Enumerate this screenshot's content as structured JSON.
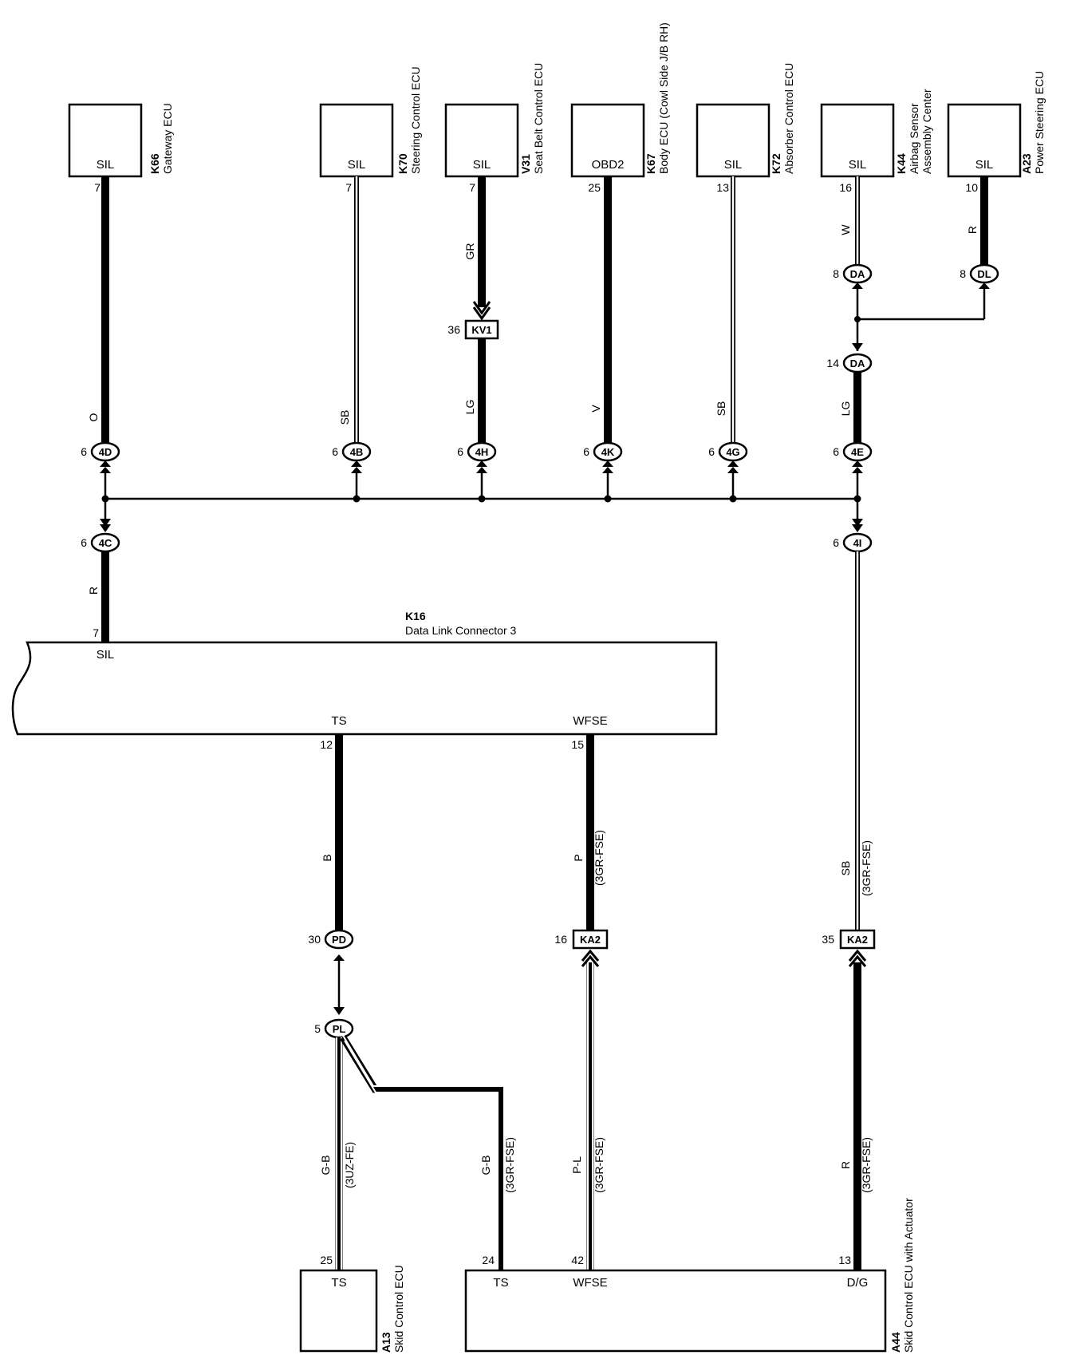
{
  "ecus_top": [
    {
      "id": "K66",
      "name": "Gateway ECU",
      "terminal": "SIL",
      "pin": "7",
      "wire_color": "O",
      "connector": "4D",
      "connector_pin": "6"
    },
    {
      "id": "K70",
      "name": "Steering Control ECU",
      "terminal": "SIL",
      "pin": "7",
      "wire_color": "SB",
      "connector": "4B",
      "connector_pin": "6"
    },
    {
      "id": "V31",
      "name": "Seat Belt Control ECU",
      "terminal": "SIL",
      "pin": "7",
      "wire_color": "GR",
      "mid_connector": "KV1",
      "mid_pin": "36",
      "wire_color_2": "LG",
      "connector": "4H",
      "connector_pin": "6"
    },
    {
      "id": "K67",
      "name": "Body ECU (Cowl Side J/B RH)",
      "terminal": "OBD2",
      "pin": "25",
      "wire_color": "V",
      "connector": "4K",
      "connector_pin": "6"
    },
    {
      "id": "K72",
      "name": "Absorber Control ECU",
      "terminal": "SIL",
      "pin": "13",
      "wire_color": "SB",
      "connector": "4G",
      "connector_pin": "6"
    },
    {
      "id": "K44",
      "name": "Airbag Sensor",
      "name2": "Assembly Center",
      "terminal": "SIL",
      "pin": "16",
      "wire_color": "W",
      "connector": "DA",
      "connector_pin": "8"
    },
    {
      "id": "A23",
      "name": "Power Steering ECU",
      "terminal": "SIL",
      "pin": "10",
      "wire_color": "R",
      "connector": "DL",
      "connector_pin": "8"
    }
  ],
  "junction": {
    "connector": "DA",
    "pin": "14",
    "wire_color": "LG",
    "connector2": "4E",
    "pin2": "6"
  },
  "bus_left": {
    "connector": "4C",
    "pin": "6",
    "wire_color": "R"
  },
  "bus_right": {
    "connector": "4I",
    "pin": "6"
  },
  "dlc": {
    "id": "K16",
    "name": "Data Link Connector 3",
    "top_terminal": "SIL",
    "top_pin": "7",
    "terminals": [
      {
        "name": "TS",
        "pin": "12"
      },
      {
        "name": "WFSE",
        "pin": "15"
      }
    ]
  },
  "wires_lower": {
    "ts": {
      "color": "B",
      "connector": "PD",
      "pin": "30",
      "connector2": "PL",
      "pin2": "5"
    },
    "wfse": {
      "color": "P",
      "note": "(3GR-FSE)",
      "connector": "KA2",
      "pin": "16"
    },
    "dg": {
      "color": "SB",
      "note": "(3GR-FSE)",
      "connector": "KA2",
      "pin": "35"
    },
    "gb_left": {
      "color": "G-B",
      "note": "(3UZ-FE)"
    },
    "gb_right": {
      "color": "G-B",
      "note": "(3GR-FSE)"
    },
    "pl": {
      "color": "P-L",
      "note": "(3GR-FSE)"
    },
    "r": {
      "color": "R",
      "note": "(3GR-FSE)"
    }
  },
  "ecus_bottom": [
    {
      "id": "A13",
      "name": "Skid Control ECU",
      "terminals": [
        {
          "name": "TS",
          "pin": "25"
        }
      ]
    },
    {
      "id": "A44",
      "name": "Skid Control ECU with Actuator",
      "terminals": [
        {
          "name": "TS",
          "pin": "24"
        },
        {
          "name": "WFSE",
          "pin": "42"
        },
        {
          "name": "D/G",
          "pin": "13"
        }
      ]
    }
  ]
}
